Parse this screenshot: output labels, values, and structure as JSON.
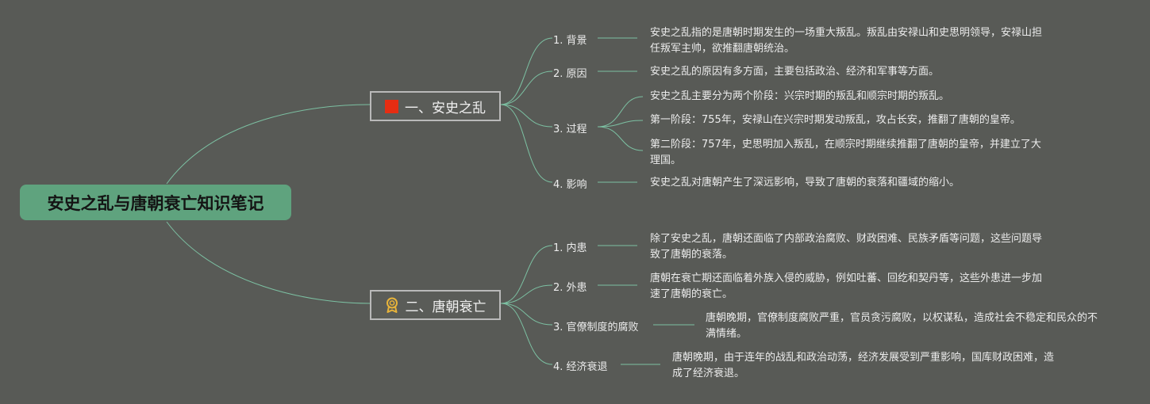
{
  "root": {
    "title": "安史之乱与唐朝衰亡知识笔记"
  },
  "branches": [
    {
      "title": "一、安史之乱",
      "icon": "red-flag-icon",
      "items": [
        {
          "label": "1. 背景",
          "notes": [
            "安史之乱指的是唐朝时期发生的一场重大叛乱。叛乱由安禄山和史思明领导，安禄山担任叛军主帅，欲推翻唐朝统治。"
          ]
        },
        {
          "label": "2. 原因",
          "notes": [
            "安史之乱的原因有多方面，主要包括政治、经济和军事等方面。"
          ]
        },
        {
          "label": "3. 过程",
          "notes": [
            "安史之乱主要分为两个阶段：兴宗时期的叛乱和顺宗时期的叛乱。",
            "第一阶段：755年，安禄山在兴宗时期发动叛乱，攻占长安，推翻了唐朝的皇帝。",
            "第二阶段：757年，史思明加入叛乱，在顺宗时期继续推翻了唐朝的皇帝，并建立了大理国。"
          ]
        },
        {
          "label": "4. 影响",
          "notes": [
            "安史之乱对唐朝产生了深远影响，导致了唐朝的衰落和疆域的缩小。"
          ]
        }
      ]
    },
    {
      "title": "二、唐朝衰亡",
      "icon": "award-ribbon-icon",
      "items": [
        {
          "label": "1. 内患",
          "notes": [
            "除了安史之乱，唐朝还面临了内部政治腐败、财政困难、民族矛盾等问题，这些问题导致了唐朝的衰落。"
          ]
        },
        {
          "label": "2. 外患",
          "notes": [
            "唐朝在衰亡期还面临着外族入侵的威胁，例如吐蕃、回纥和契丹等，这些外患进一步加速了唐朝的衰亡。"
          ]
        },
        {
          "label": "3. 官僚制度的腐败",
          "notes": [
            "唐朝晚期，官僚制度腐败严重，官员贪污腐败，以权谋私，造成社会不稳定和民众的不满情绪。"
          ]
        },
        {
          "label": "4. 经济衰退",
          "notes": [
            "唐朝晚期，由于连年的战乱和政治动荡，经济发展受到严重影响，国库财政困难，造成了经济衰退。"
          ]
        }
      ]
    }
  ],
  "colors": {
    "background": "#585a56",
    "root_fill": "#5fa37e",
    "connector": "#7cc0a2",
    "flag": "#e62d12",
    "ribbon": "#e8b43a"
  }
}
